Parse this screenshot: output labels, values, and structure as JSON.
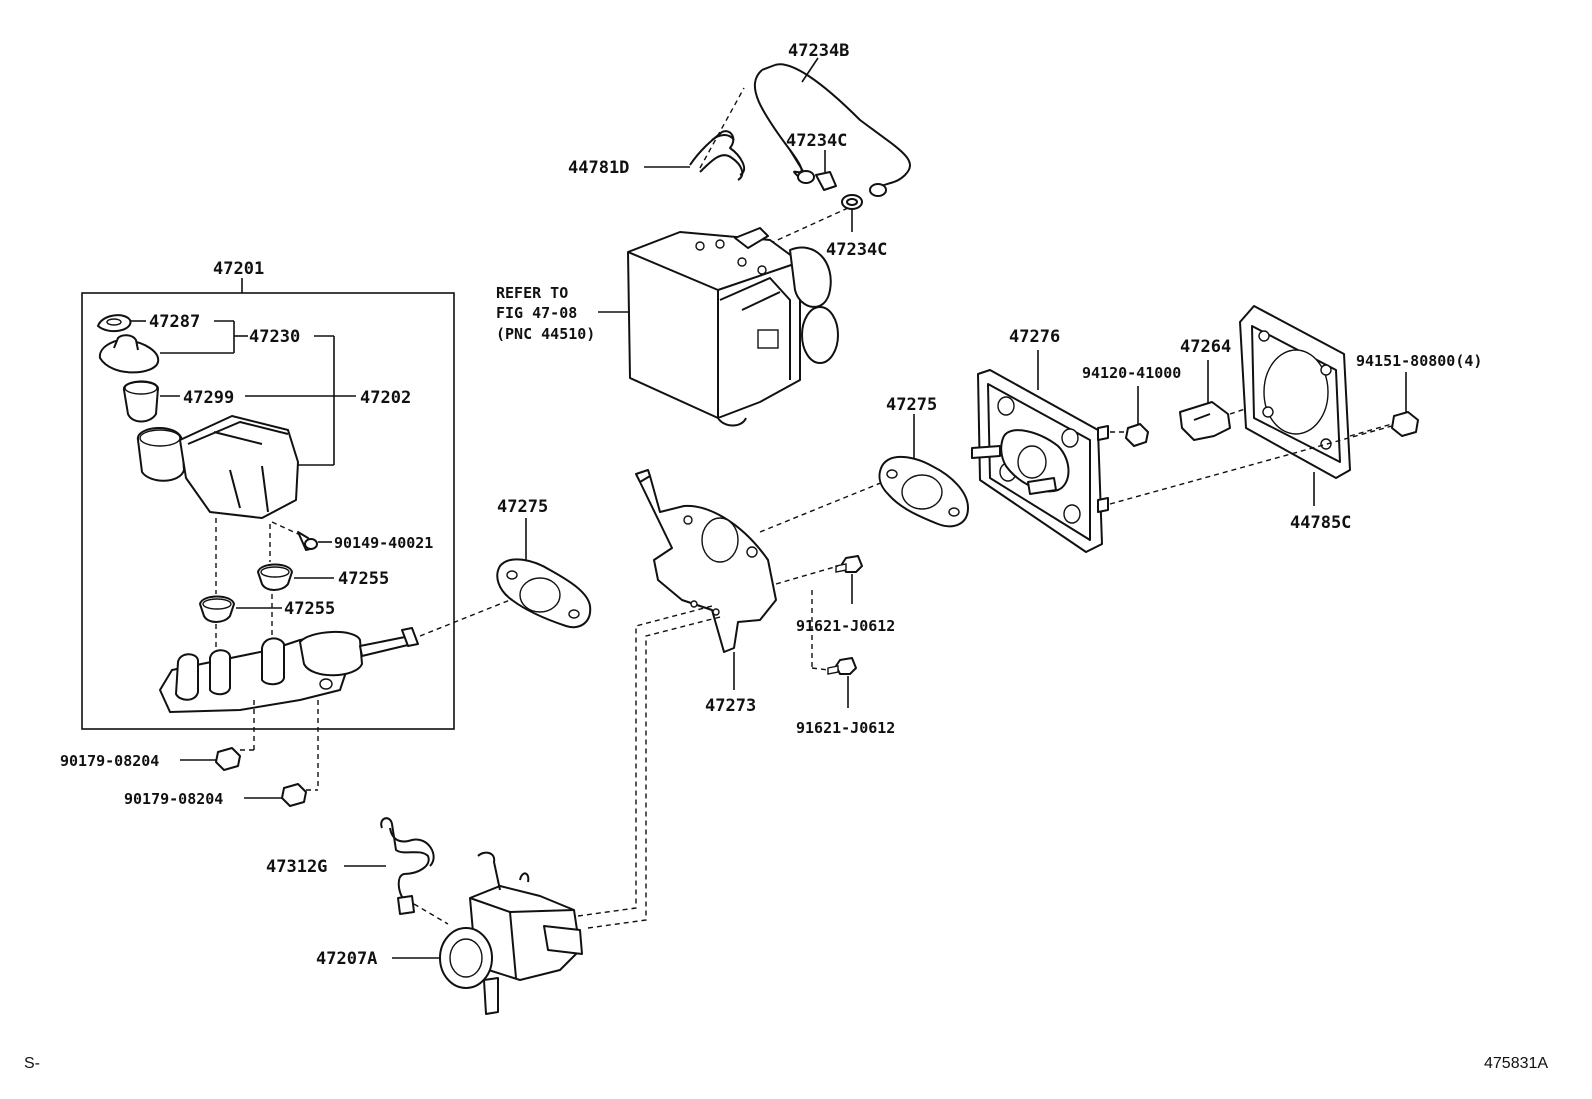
{
  "labels": {
    "p47234B": "47234B",
    "p47234C_top": "47234C",
    "p44781D": "44781D",
    "p47234C_bot": "47234C",
    "p47201": "47201",
    "p47287": "47287",
    "p47230": "47230",
    "p47299": "47299",
    "p47202": "47202",
    "p90149": "90149-40021",
    "p47255_a": "47255",
    "p47255_b": "47255",
    "p90179_a": "90179-08204",
    "p90179_b": "90179-08204",
    "p47275_left": "47275",
    "p47273": "47273",
    "p91621_a": "91621-J0612",
    "p91621_b": "91621-J0612",
    "p47275_right": "47275",
    "p47276": "47276",
    "p94120": "94120-41000",
    "p47264": "47264",
    "p94151": "94151-80800(4)",
    "p44785C": "44785C",
    "p47312G": "47312G",
    "p47207A": "47207A"
  },
  "reference": {
    "line1": "REFER TO",
    "line2": "FIG 47-08",
    "line3": "(PNC 44510)"
  },
  "footer": {
    "left": "S-",
    "right": "475831A"
  }
}
